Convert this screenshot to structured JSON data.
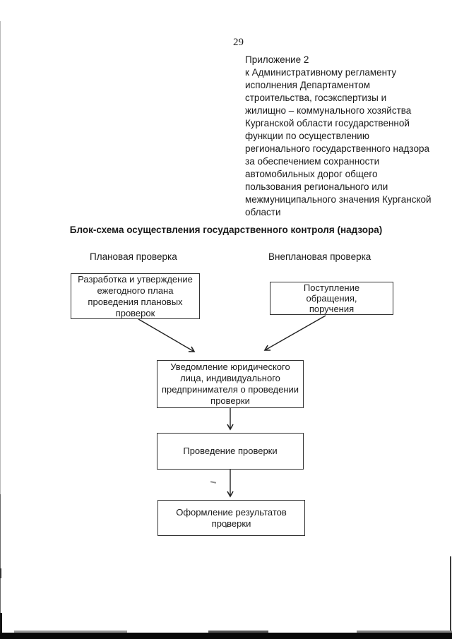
{
  "page": {
    "number": "29",
    "appendix_lines": [
      "Приложение 2",
      "к Административному регламенту",
      "исполнения Департаментом",
      "строительства, госэкспертизы и",
      "жилищно – коммунального хозяйства",
      "Курганской области государственной",
      "функции по осуществлению",
      "регионального государственного надзора",
      "за обеспечением сохранности",
      "автомобильных дорог общего",
      "пользования регионального или",
      "межмуниципального значения Курганской",
      "области"
    ]
  },
  "flowchart": {
    "title": "Блок-схема осуществления государственного контроля (надзора)",
    "branch_labels": {
      "planned": "Плановая проверка",
      "unplanned": "Внеплановая проверка"
    },
    "nodes": {
      "plan_development": {
        "lines": [
          "Разработка и утверждение",
          "ежегодного плана",
          "проведения плановых",
          "проверок"
        ]
      },
      "request_received": {
        "lines": [
          "Поступление",
          "обращения,",
          "поручения"
        ]
      },
      "notification": {
        "lines": [
          "Уведомление юридического",
          "лица, индивидуального",
          "предпринимателя о проведении",
          "проверки"
        ]
      },
      "inspection": {
        "lines": [
          "Проведение проверки"
        ]
      },
      "results": {
        "lines": [
          "Оформление результатов",
          "проверки"
        ]
      }
    }
  },
  "colors": {
    "ink": "#1a1a1a",
    "box_border": "#333333",
    "scan_band": "#0a0a0a"
  }
}
